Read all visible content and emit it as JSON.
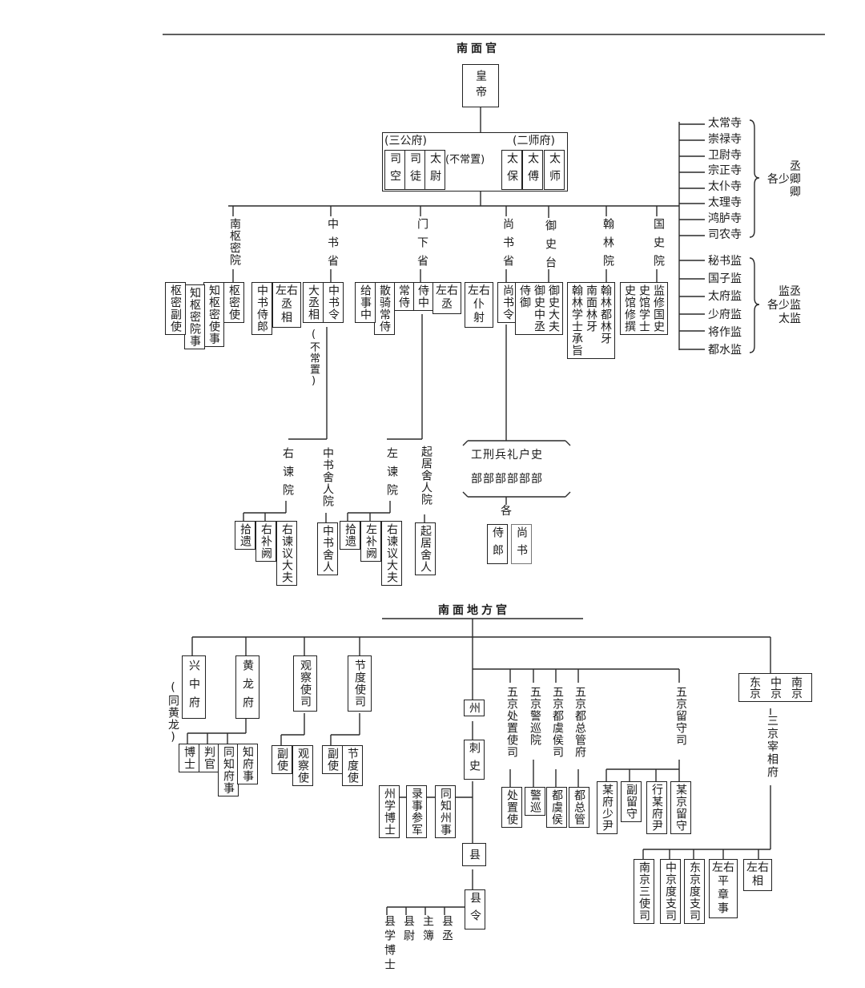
{
  "central": {
    "title": "南面官",
    "emperor": "皇帝",
    "sangong_label": "(三公府)",
    "sanshi_label": "(二师府)",
    "not_regular": "(不常置)",
    "sikong": "司空",
    "situ": "司徒",
    "taiwei": "太尉",
    "taibao": "太保",
    "taifu": "太傅",
    "taishi": "太师",
    "depts": {
      "shumi": {
        "label": "南枢密院",
        "items": [
          "枢密使",
          "知枢密使事",
          "知枢密院事",
          "枢密副使"
        ]
      },
      "zhongshu": {
        "label": "中书省",
        "items": [
          "中书令",
          "大丞相",
          "左右\n丞\n相",
          "中书侍郎"
        ],
        "note": "(不常置)",
        "youjian": {
          "label": "右谏院",
          "items": [
            "拾遗",
            "右补阙",
            "右谏议大夫"
          ]
        },
        "sheren": {
          "label": "中书舍人院",
          "items": [
            "中书舍人"
          ]
        }
      },
      "menxia": {
        "label": "门下省",
        "items": [
          "侍中",
          "常侍",
          "散骑常侍",
          "给事中",
          "左右\n丞"
        ],
        "zuojian": {
          "label": "左谏院",
          "items": [
            "拾遗",
            "左补阙",
            "右谏议大夫"
          ]
        },
        "qiju": {
          "label": "起居舍人院",
          "items": [
            "起居舍人"
          ]
        }
      },
      "shangshu": {
        "label": "尚书省",
        "items": [
          "尚书令",
          "左右\n仆\n射"
        ],
        "bu_top": "工刑兵礼户史",
        "bu_bottom": "部部部部部部",
        "each": "各",
        "bu_items": [
          "侍郎",
          "尚书"
        ]
      },
      "yushi": {
        "label": "御史台",
        "items": "御史大夫\n御史中丞\n侍御"
      },
      "hanlin": {
        "label": "翰林院",
        "items": "翰林都林牙\n南面林牙\n翰林学士承旨"
      },
      "guoshi": {
        "label": "国史院",
        "items": "监修国史\n史馆学士\n史馆修撰"
      }
    },
    "si": [
      "太常寺",
      "崇禄寺",
      "卫尉寺",
      "宗正寺",
      "太仆寺",
      "太理寺",
      "鸿胪寺",
      "司农寺"
    ],
    "si_note": [
      "丞",
      "各少卿",
      "卿"
    ],
    "jian": [
      "秘书监",
      "国子监",
      "太府监",
      "少府监",
      "将作监",
      "都水监"
    ],
    "jian_note": [
      "监丞",
      "各少监",
      "太监"
    ]
  },
  "local": {
    "title": "南面地方官",
    "xingzhong": "兴中府",
    "xingzhong_note": "(同黄龙)",
    "huanglong": {
      "label": "黄龙府",
      "items": [
        "博士",
        "判官",
        "同知府事",
        "知府事"
      ]
    },
    "guancha": {
      "label": "观察使司",
      "items": [
        "副使",
        "观察使"
      ]
    },
    "jiedu": {
      "label": "节度使司",
      "items": [
        "副使",
        "节度使"
      ]
    },
    "zhou": "州",
    "cishi": "刺史",
    "cishi_items": [
      "州学博士",
      "录事参军",
      "同知州事"
    ],
    "xian": "县",
    "xianling": "县令",
    "xian_items": [
      "县学博士",
      "县尉",
      "主簿",
      "县丞"
    ],
    "wujing": [
      {
        "label": "五京处置使司",
        "item": "处置使"
      },
      {
        "label": "五京警巡院",
        "item": "警巡"
      },
      {
        "label": "五京都虞侯司",
        "item": "都虞侯"
      },
      {
        "label": "五京都总管府",
        "item": "都总管"
      }
    ],
    "liushou": {
      "label": "五京留守司",
      "items": [
        "某府少尹",
        "副留守",
        "行某府尹",
        "某京留守"
      ]
    },
    "sanjing": "南京\n中京\n东京",
    "zaixiang": {
      "label": "三京宰相府",
      "items": [
        "南京三使司",
        "中京度支司",
        "东京度支司",
        "左右\n平\n章\n事",
        "左右\n相"
      ]
    }
  }
}
